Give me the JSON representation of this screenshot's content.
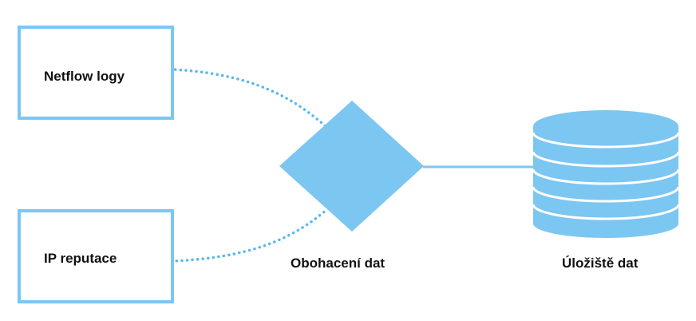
{
  "diagram": {
    "nodes": {
      "netflow": {
        "label": "Netflow logy"
      },
      "ip_reputation": {
        "label": "IP reputace"
      },
      "enrichment": {
        "label": "Obohacení dat"
      },
      "storage": {
        "label": "Úložiště dat"
      }
    },
    "edges": [
      {
        "from": "netflow",
        "to": "enrichment",
        "style": "dotted"
      },
      {
        "from": "ip_reputation",
        "to": "enrichment",
        "style": "dotted"
      },
      {
        "from": "enrichment",
        "to": "storage",
        "style": "solid"
      }
    ],
    "colors": {
      "accent": "#7cc6f2",
      "connector": "#5ab8ee",
      "text": "#111111",
      "background": "#ffffff"
    }
  }
}
